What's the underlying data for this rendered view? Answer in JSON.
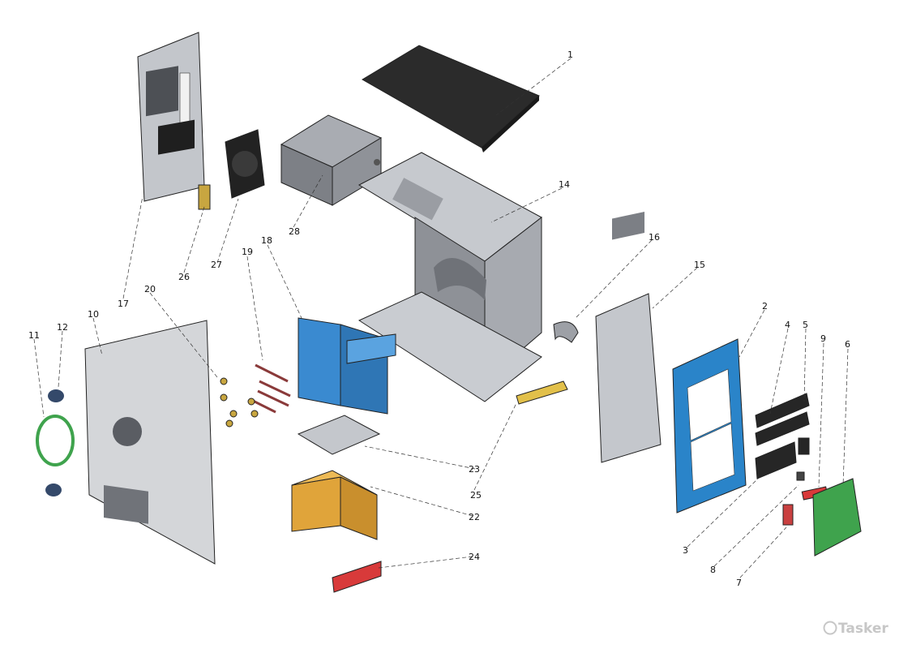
{
  "colors": {
    "steel": "#b9bcc2",
    "steel_dark": "#7d8086",
    "psu": "#8a8d93",
    "black_panel": "#2b2b2b",
    "blue_bezel": "#2a84c9",
    "blue_cage": "#3a8ad0",
    "yellow_cage": "#e0a43a",
    "red_part": "#d83a3a",
    "green_door": "#3fa34d",
    "gold_part": "#e2c04a",
    "watermark": "#c7c7c7"
  },
  "watermark": {
    "text": "Tasker",
    "icon": "tasker-logo-icon"
  },
  "callouts": [
    {
      "id": "c1",
      "label": "1"
    },
    {
      "id": "c2",
      "label": "2"
    },
    {
      "id": "c3",
      "label": "3"
    },
    {
      "id": "c4",
      "label": "4"
    },
    {
      "id": "c5",
      "label": "5"
    },
    {
      "id": "c6",
      "label": "6"
    },
    {
      "id": "c7",
      "label": "7"
    },
    {
      "id": "c8",
      "label": "8"
    },
    {
      "id": "c9",
      "label": "9"
    },
    {
      "id": "c10",
      "label": "10"
    },
    {
      "id": "c11",
      "label": "11"
    },
    {
      "id": "c12",
      "label": "12"
    },
    {
      "id": "c14",
      "label": "14"
    },
    {
      "id": "c15",
      "label": "15"
    },
    {
      "id": "c16",
      "label": "16"
    },
    {
      "id": "c17",
      "label": "17"
    },
    {
      "id": "c18",
      "label": "18"
    },
    {
      "id": "c19",
      "label": "19"
    },
    {
      "id": "c20",
      "label": "20"
    },
    {
      "id": "c22",
      "label": "22"
    },
    {
      "id": "c23",
      "label": "23"
    },
    {
      "id": "c24",
      "label": "24"
    },
    {
      "id": "c25",
      "label": "25"
    },
    {
      "id": "c26",
      "label": "26"
    },
    {
      "id": "c27",
      "label": "27"
    },
    {
      "id": "c28",
      "label": "28"
    }
  ]
}
